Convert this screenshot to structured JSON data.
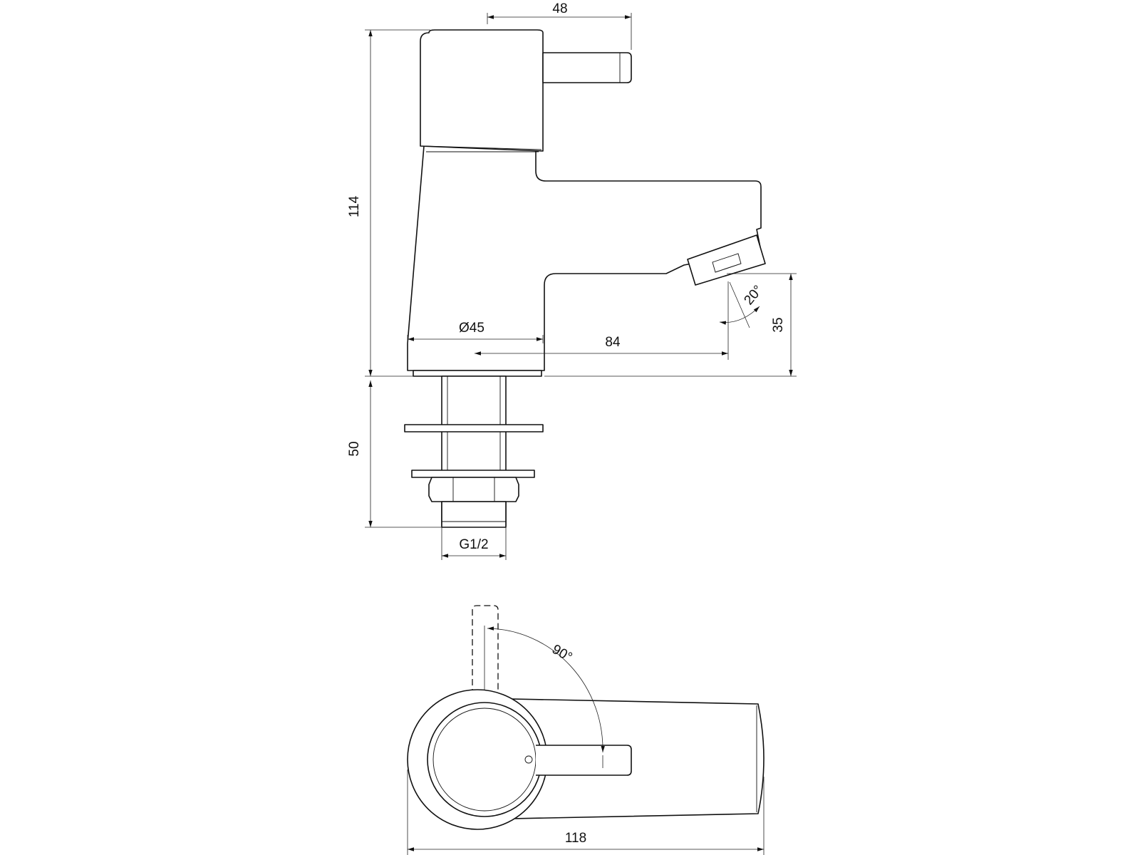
{
  "colors": {
    "line": "#111111",
    "background": "#ffffff"
  },
  "dimensions": {
    "handle_reach": "48",
    "total_height": "114",
    "base_diameter": "Ø45",
    "spout_reach": "84",
    "spout_height": "35",
    "spout_angle": "20°",
    "shank_length": "50",
    "thread": "G1/2",
    "handle_rotation": "90°",
    "total_length": "118"
  }
}
